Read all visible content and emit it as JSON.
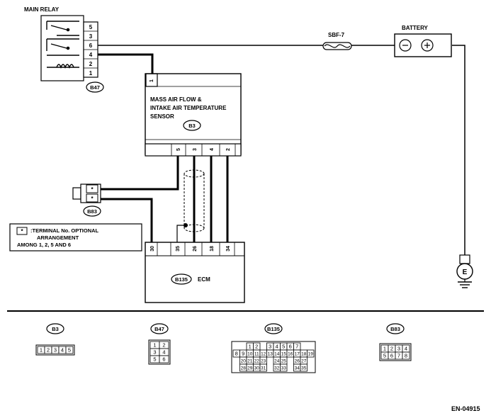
{
  "main_relay": {
    "title": "MAIN RELAY",
    "connector": "B47",
    "pins": [
      "5",
      "3",
      "6",
      "4",
      "2",
      "1"
    ]
  },
  "fuse": {
    "label": "SBF-7"
  },
  "battery": {
    "title": "BATTERY"
  },
  "maf_sensor": {
    "line1": "MASS AIR FLOW &",
    "line2": "INTAKE AIR TEMPERATURE",
    "line3": "SENSOR",
    "connector": "B3",
    "top_pin": "1",
    "bottom_pins": [
      "5",
      "3",
      "4",
      "2"
    ]
  },
  "optional_connector": {
    "id": "B83",
    "pin_marks": [
      "*",
      "*"
    ]
  },
  "note": {
    "star": "*",
    "line1": ":TERMINAL No. OPTIONAL",
    "line2": "ARRANGEMENT",
    "line3": "AMONG 1, 2, 5 AND 6"
  },
  "ecm": {
    "title": "ECM",
    "connector": "B135",
    "pins": [
      "30",
      "35",
      "26",
      "18",
      "34"
    ]
  },
  "ground": {
    "symbol": "E"
  },
  "connector_views": [
    {
      "id": "B3",
      "rows": [
        [
          "1",
          "2",
          "3",
          "4",
          "5"
        ]
      ]
    },
    {
      "id": "B47",
      "rows": [
        [
          "1",
          "2"
        ],
        [
          "3",
          "4"
        ],
        [
          "5",
          "6"
        ]
      ]
    },
    {
      "id": "B135",
      "rows": [
        [
          "1",
          "2",
          "",
          "3",
          "4",
          "5",
          "6",
          "7"
        ],
        [
          "8",
          "9",
          "10",
          "11",
          "12",
          "13",
          "14",
          "15",
          "16",
          "17",
          "18",
          "19"
        ],
        [
          "20",
          "21",
          "22",
          "23",
          "",
          "24",
          "25",
          "",
          "26",
          "27"
        ],
        [
          "28",
          "29",
          "30",
          "31",
          "",
          "32",
          "33",
          "",
          "34",
          "35"
        ]
      ]
    },
    {
      "id": "B83",
      "rows": [
        [
          "1",
          "2",
          "3",
          "4"
        ],
        [
          "5",
          "6",
          "7",
          "8"
        ]
      ]
    }
  ],
  "code": "EN-04915"
}
